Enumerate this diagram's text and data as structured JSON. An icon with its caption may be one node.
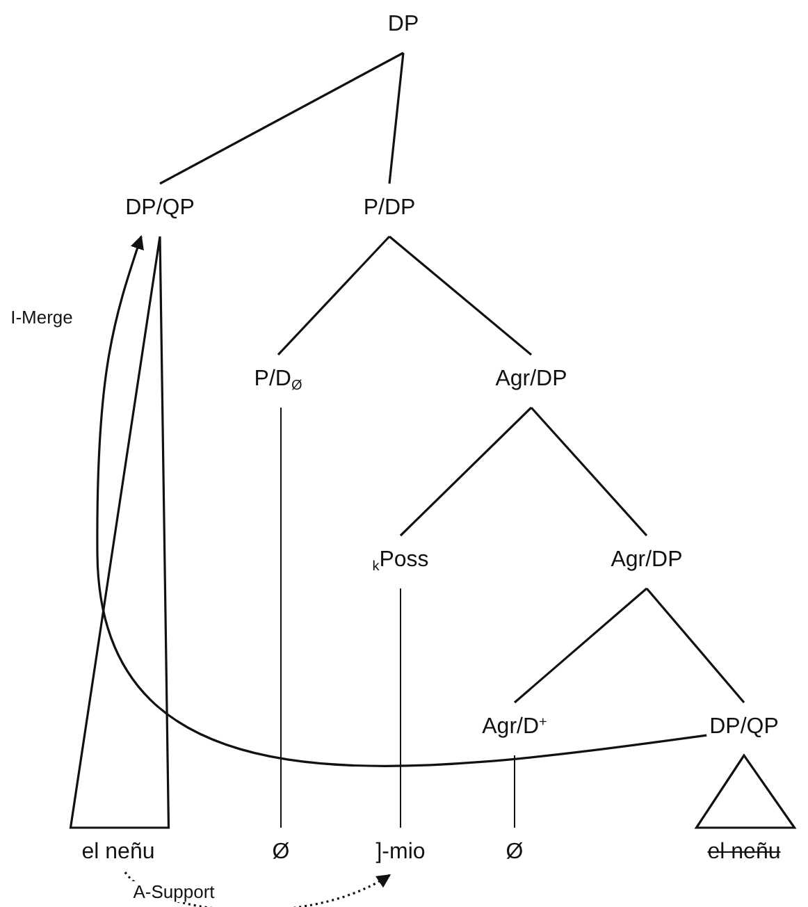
{
  "diagram": {
    "nodes": [
      {
        "text": [
          "DP"
        ]
      },
      {
        "text": [
          "DP/QP"
        ]
      },
      {
        "text": [
          "P/DP"
        ]
      },
      {
        "text": [
          "P/D$_{Ø}$"
        ]
      },
      {
        "text": [
          "Agr/DP"
        ]
      },
      {
        "text": [
          "$_{k}$Poss"
        ]
      },
      {
        "text": [
          "Agr/DP"
        ]
      },
      {
        "text": [
          "Agr/D$^{+}$"
        ]
      },
      {
        "text": [
          "DP/QP"
        ]
      },
      {
        "text": [
          "el neñu"
        ]
      },
      {
        "text": [
          "Ø"
        ]
      },
      {
        "text": [
          "]-mio"
        ]
      },
      {
        "text": [
          "Ø"
        ]
      },
      {
        "text": [
          "el neñu"
        ]
      }
    ],
    "edges": [
      {
        "from": 0,
        "to": 1,
        "arrow": "none"
      },
      {
        "from": 0,
        "to": 2,
        "arrow": "none"
      },
      {
        "from": 2,
        "to": 3,
        "arrow": "none"
      },
      {
        "from": 2,
        "to": 4,
        "arrow": "none"
      },
      {
        "from": 4,
        "to": 5,
        "arrow": "none"
      },
      {
        "from": 4,
        "to": 6,
        "arrow": "none"
      },
      {
        "from": 6,
        "to": 7,
        "arrow": "none"
      },
      {
        "from": 6,
        "to": 8,
        "arrow": "none"
      },
      {
        "from": 1,
        "to": 9,
        "arrow": "none"
      },
      {
        "from": 3,
        "to": 10,
        "arrow": "none"
      },
      {
        "from": 5,
        "to": 11,
        "arrow": "none"
      },
      {
        "from": 7,
        "to": 12,
        "arrow": "none"
      },
      {
        "from": 8,
        "to": 13,
        "arrow": "none"
      },
      {
        "from": 8,
        "to": 1,
        "arrow": "to",
        "label": "I-Merge"
      },
      {
        "from": 9,
        "to": 11,
        "arrow": "to",
        "label": "A-Support",
        "style": "dashed"
      }
    ]
  }
}
